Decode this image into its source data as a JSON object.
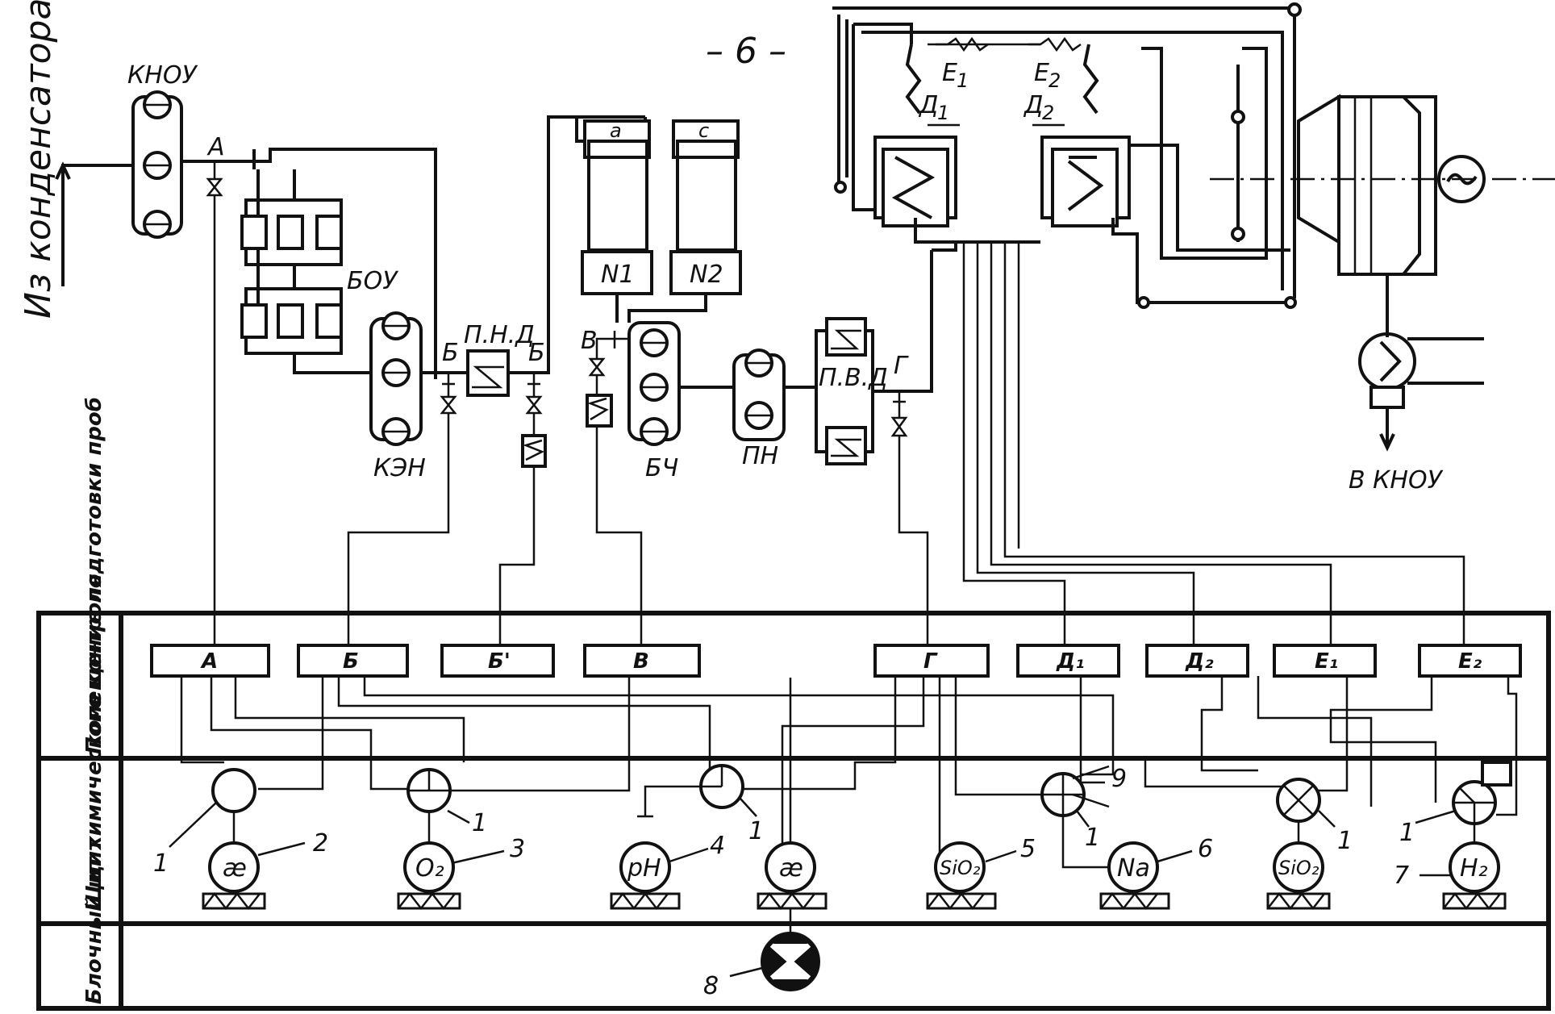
{
  "labels": {
    "from_condenser": "Из конденсатора",
    "knou": "КНОУ",
    "boy": "БОУ",
    "kzn": "КЭН",
    "pnd": "П.Н.Д",
    "bch": "БЧ",
    "pn": "ПН",
    "pvd": "П.В.Д",
    "n1": "N1",
    "n2": "N2",
    "to_knou": "В КНОУ",
    "dash6": "– 6 –",
    "tank_a": "а",
    "tank_c": "с"
  },
  "points": {
    "a": "А",
    "b": "Б",
    "b1": "Б'",
    "v": "В",
    "g": "Г",
    "d1": "Д",
    "d1_sub": "1",
    "d2": "Д",
    "d2_sub": "2",
    "e1": "Е",
    "e1_sub": "1",
    "e2": "Е",
    "e2_sub": "2"
  },
  "rows": {
    "prep": "Помещение подготовки проб",
    "chem": "Щит химического контроля",
    "block": "Блочный щит"
  },
  "prep_boxes": [
    "А",
    "Б",
    "Б'",
    "В",
    "Г",
    "Д₁",
    "Д₂",
    "Е₁",
    "Е₂"
  ],
  "instruments": [
    "æ",
    "O₂",
    "pH",
    "æ",
    "SiO₂",
    "Na",
    "SiO₂",
    "H₂"
  ],
  "numbers": {
    "n1": "1",
    "n2": "2",
    "n3": "3",
    "n4": "4",
    "n5": "5",
    "n6": "6",
    "n7": "7",
    "n8": "8",
    "n9": "9"
  }
}
